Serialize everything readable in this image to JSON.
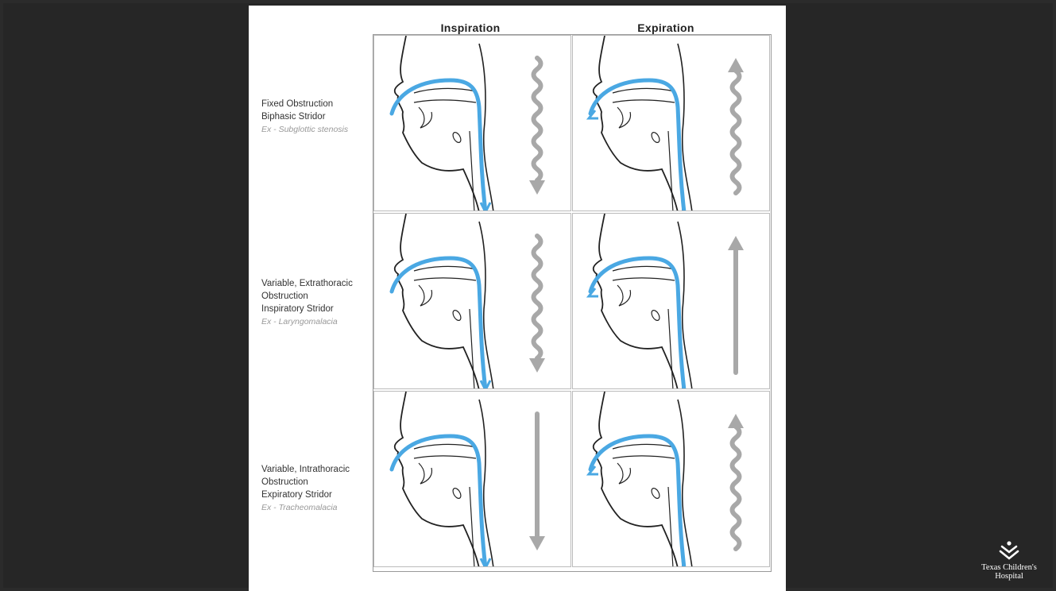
{
  "figure": {
    "columns": [
      "Inspiration",
      "Expiration"
    ],
    "rows": [
      {
        "lines": [
          "Fixed Obstruction",
          "Biphasic Stridor"
        ],
        "example": "Ex - Subglottic stenosis",
        "inspiration_arrow": "wavy-down",
        "expiration_arrow": "wavy-up"
      },
      {
        "lines": [
          "Variable, Extrathoracic",
          "Obstruction",
          "Inspiratory Stridor"
        ],
        "example": "Ex - Laryngomalacia",
        "inspiration_arrow": "wavy-down",
        "expiration_arrow": "straight-up"
      },
      {
        "lines": [
          "Variable, Intrathoracic",
          "Obstruction",
          "Expiratory Stridor"
        ],
        "example": "Ex - Tracheomalacia",
        "inspiration_arrow": "straight-down",
        "expiration_arrow": "wavy-up"
      }
    ]
  },
  "logo": {
    "line1": "Texas Children's",
    "line2": "Hospital",
    "icon": "hands-chevron-icon"
  },
  "colors": {
    "airflow": "#4aa8e3",
    "arrow": "#a8a8a8",
    "outline": "#222222",
    "background": "#262626"
  }
}
